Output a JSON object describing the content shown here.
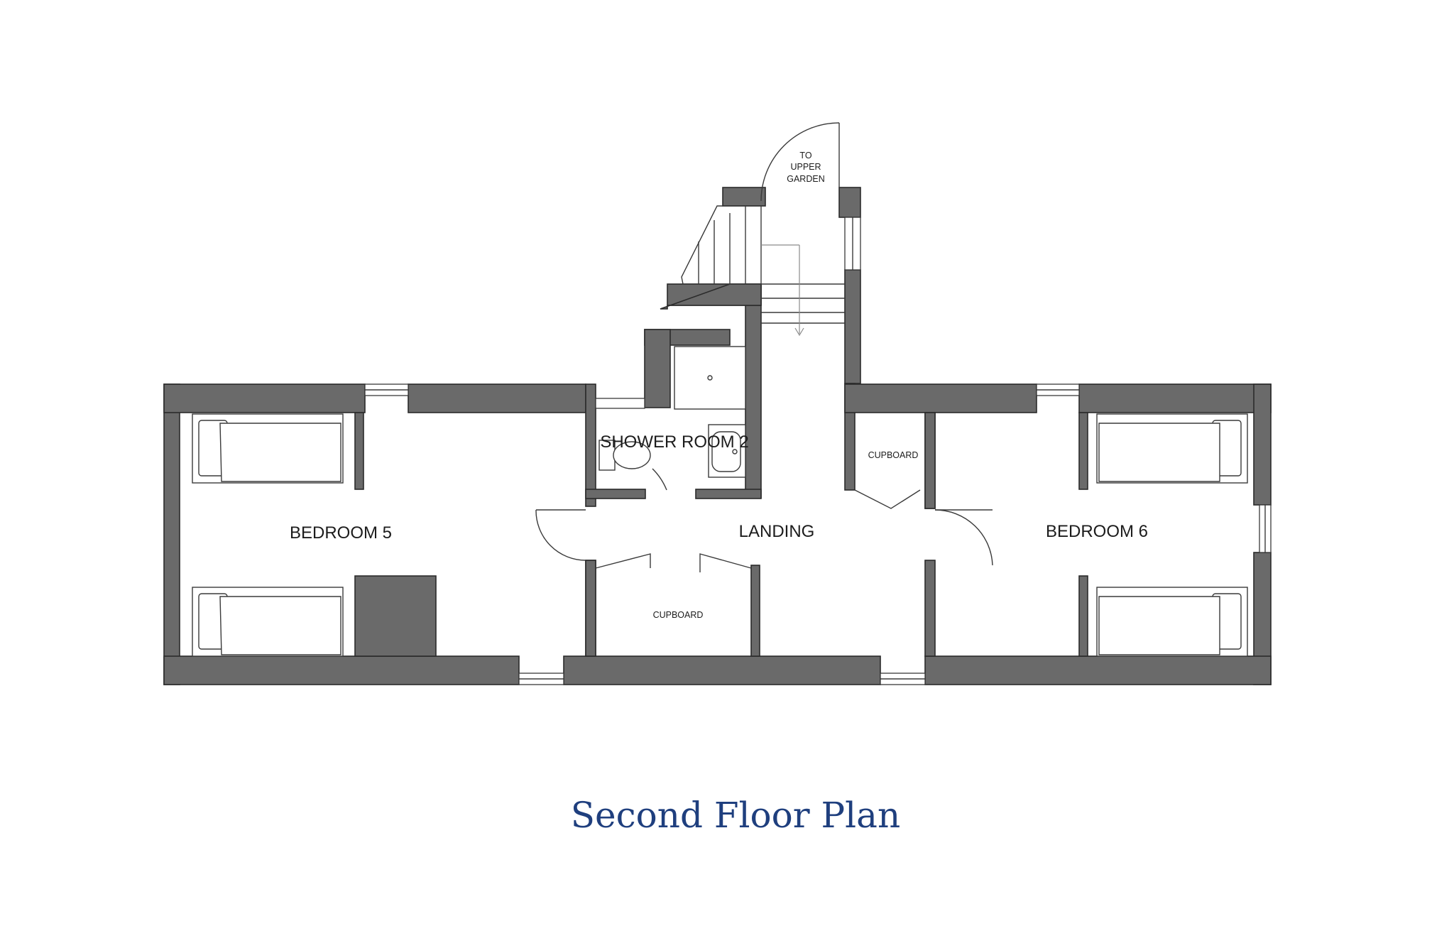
{
  "title": "Second Floor Plan",
  "colors": {
    "wall": "#6a6a6a",
    "title": "#1f3f7e",
    "line": "#3a3a3a"
  },
  "rooms": {
    "bedroom_5": "BEDROOM 5",
    "bedroom_6": "BEDROOM 6",
    "landing": "LANDING",
    "shower_room": "SHOWER ROOM 2",
    "cupboard_bottom": "CUPBOARD",
    "cupboard_right": "CUPBOARD"
  },
  "stair_note": {
    "line1": "TO",
    "line2": "UPPER",
    "line3": "GARDEN"
  }
}
